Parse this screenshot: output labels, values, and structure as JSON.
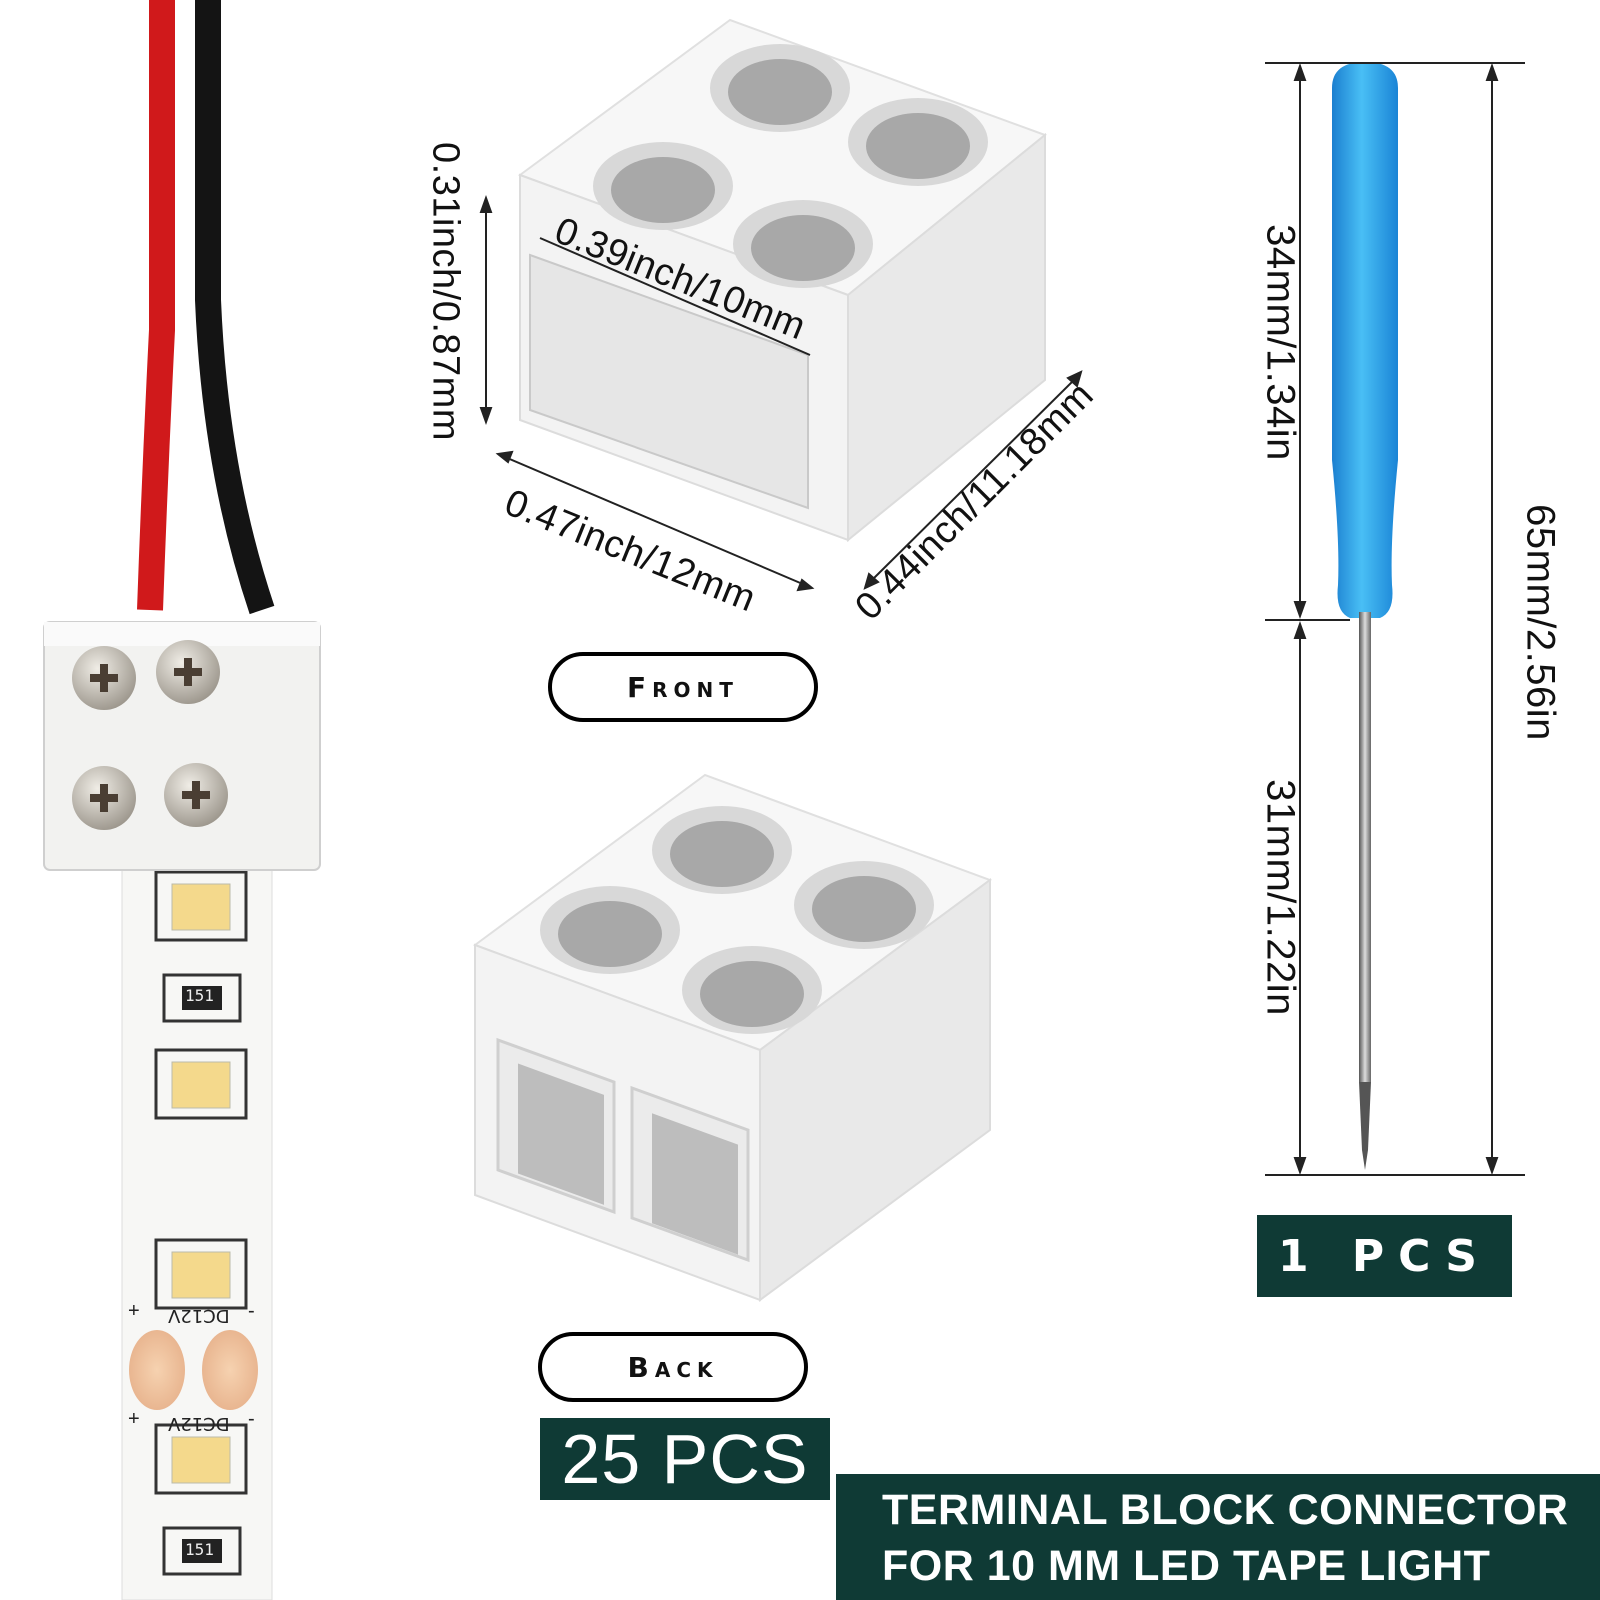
{
  "dimensions": {
    "height_small": "0.31inch/0.87mm",
    "width_top": "0.39inch/10mm",
    "width_bottom": "0.47inch/12mm",
    "depth": "0.44inch/11.18mm",
    "driver_handle": "34mm/1.34in",
    "driver_shaft": "31mm/1.22in",
    "driver_total": "65mm/2.56in"
  },
  "labels": {
    "front": "Front",
    "back": "Back",
    "connector_qty": "25 PCS",
    "driver_qty": "1 PCS"
  },
  "title": {
    "line1": "TERMINAL BLOCK CONNECTOR",
    "line2": "FOR 10 MM LED TAPE LIGHT"
  },
  "strip_markings": {
    "resistor": "151",
    "voltage": "DC12V",
    "plus": "+",
    "minus": "-"
  },
  "colors": {
    "banner": "#0f3a35",
    "screwdriver_handle": "#2aa3e8",
    "wire_red": "#d0191b",
    "wire_black": "#141414"
  }
}
